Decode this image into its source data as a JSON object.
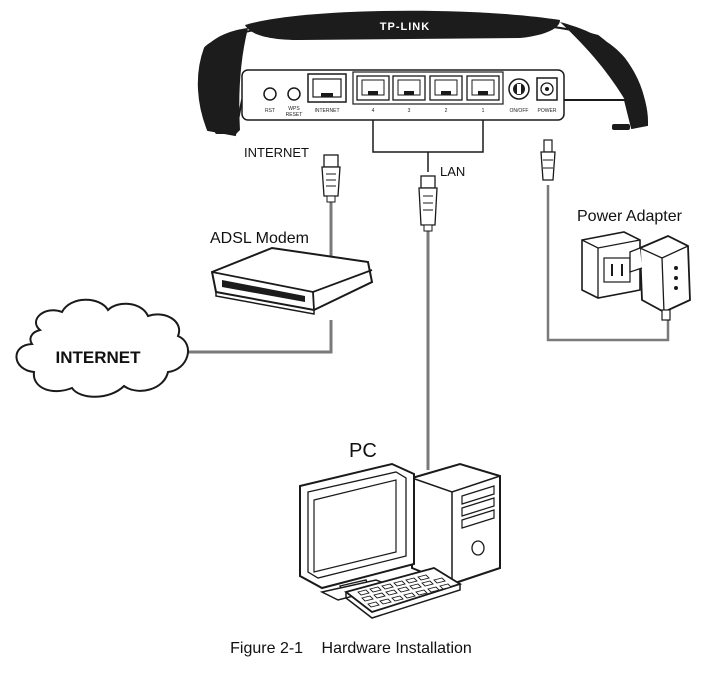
{
  "router": {
    "brand": "TP-LINK",
    "port_labels": {
      "rst": "RST",
      "wps": "WPS",
      "reset": "RESET",
      "internet": "INTERNET",
      "lan": [
        "4",
        "3",
        "2",
        "1"
      ],
      "onoff": "ON/OFF",
      "power": "POWER"
    }
  },
  "labels": {
    "internet_port": "INTERNET",
    "lan": "LAN",
    "modem": "ADSL Modem",
    "power_adapter": "Power Adapter",
    "cloud": "INTERNET",
    "pc": "PC"
  },
  "caption": {
    "number": "Figure 2-1",
    "title": "Hardware Installation"
  },
  "colors": {
    "line": "#1a1a1a",
    "cable": "#7a7a7a",
    "router_top": "#1c1c1c"
  }
}
